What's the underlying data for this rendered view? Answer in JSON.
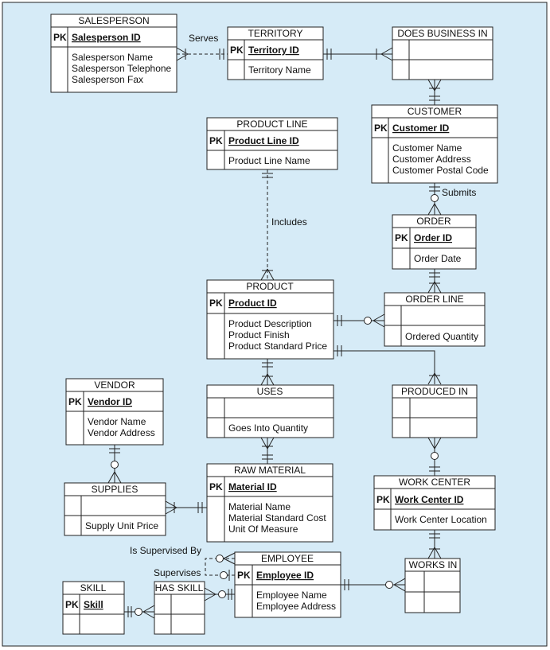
{
  "colors": {
    "background": "#d6ebf7",
    "border": "#222222",
    "box": "#ffffff"
  },
  "entities": {
    "salesperson": {
      "title": "SALESPERSON",
      "pk_label": "PK",
      "pk": "Salesperson ID",
      "attrs": [
        "Salesperson Name",
        "Salesperson Telephone",
        "Salesperson Fax"
      ]
    },
    "territory": {
      "title": "TERRITORY",
      "pk_label": "PK",
      "pk": "Territory ID",
      "attrs": [
        "Territory Name"
      ]
    },
    "does_business_in": {
      "title": "DOES BUSINESS IN"
    },
    "customer": {
      "title": "CUSTOMER",
      "pk_label": "PK",
      "pk": "Customer ID",
      "attrs": [
        "Customer Name",
        "Customer Address",
        "Customer Postal Code"
      ]
    },
    "product_line": {
      "title": "PRODUCT LINE",
      "pk_label": "PK",
      "pk": "Product Line ID",
      "attrs": [
        "Product Line Name"
      ]
    },
    "order": {
      "title": "ORDER",
      "pk_label": "PK",
      "pk": "Order ID",
      "attrs": [
        "Order Date"
      ]
    },
    "product": {
      "title": "PRODUCT",
      "pk_label": "PK",
      "pk": "Product ID",
      "attrs": [
        "Product Description",
        "Product Finish",
        "Product Standard Price"
      ]
    },
    "order_line": {
      "title": "ORDER LINE",
      "attrs": [
        "Ordered Quantity"
      ]
    },
    "vendor": {
      "title": "VENDOR",
      "pk_label": "PK",
      "pk": "Vendor ID",
      "attrs": [
        "Vendor Name",
        "Vendor Address"
      ]
    },
    "uses": {
      "title": "USES",
      "attrs": [
        "Goes Into Quantity"
      ]
    },
    "produced_in": {
      "title": "PRODUCED IN"
    },
    "supplies": {
      "title": "SUPPLIES",
      "attrs": [
        "Supply Unit Price"
      ]
    },
    "raw_material": {
      "title": "RAW MATERIAL",
      "pk_label": "PK",
      "pk": "Material ID",
      "attrs": [
        "Material Name",
        "Material Standard Cost",
        "Unit Of Measure"
      ]
    },
    "work_center": {
      "title": "WORK CENTER",
      "pk_label": "PK",
      "pk": "Work Center ID",
      "attrs": [
        "Work Center Location"
      ]
    },
    "employee": {
      "title": "EMPLOYEE",
      "pk_label": "PK",
      "pk": "Employee ID",
      "attrs": [
        "Employee Name",
        "Employee Address"
      ]
    },
    "works_in": {
      "title": "WORKS IN"
    },
    "skill": {
      "title": "SKILL",
      "pk_label": "PK",
      "pk": "Skill"
    },
    "has_skill": {
      "title": "HAS SKILL"
    }
  },
  "relationships": {
    "serves": "Serves",
    "includes": "Includes",
    "submits": "Submits",
    "is_supervised_by": "Is Supervised By",
    "supervises": "Supervises"
  }
}
